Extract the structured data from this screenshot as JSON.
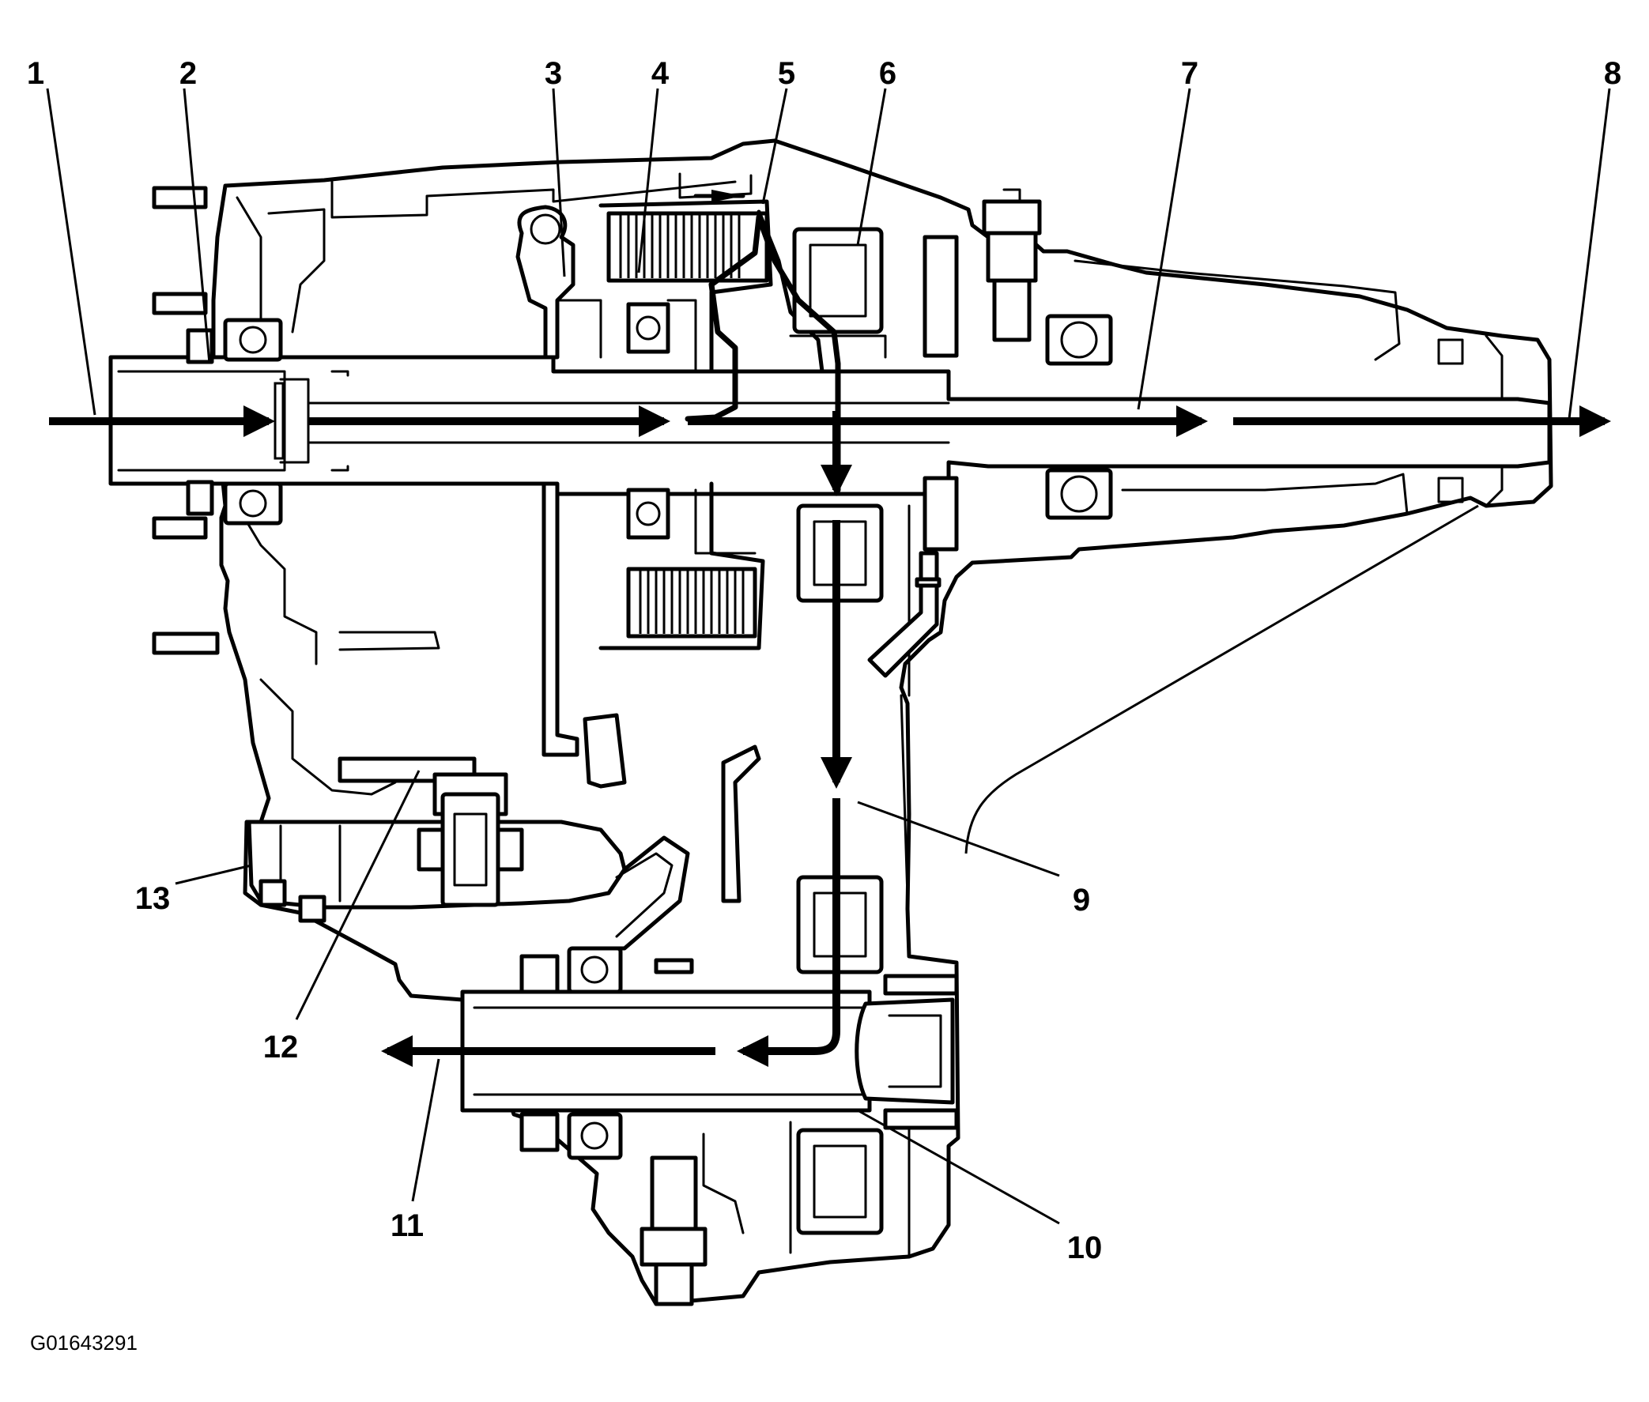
{
  "figure": {
    "figure_id": "G01643291",
    "callouts": [
      {
        "label": "1"
      },
      {
        "label": "2"
      },
      {
        "label": "3"
      },
      {
        "label": "4"
      },
      {
        "label": "5"
      },
      {
        "label": "6"
      },
      {
        "label": "7"
      },
      {
        "label": "8"
      },
      {
        "label": "9"
      },
      {
        "label": "10"
      },
      {
        "label": "11"
      },
      {
        "label": "12"
      },
      {
        "label": "13"
      }
    ]
  }
}
